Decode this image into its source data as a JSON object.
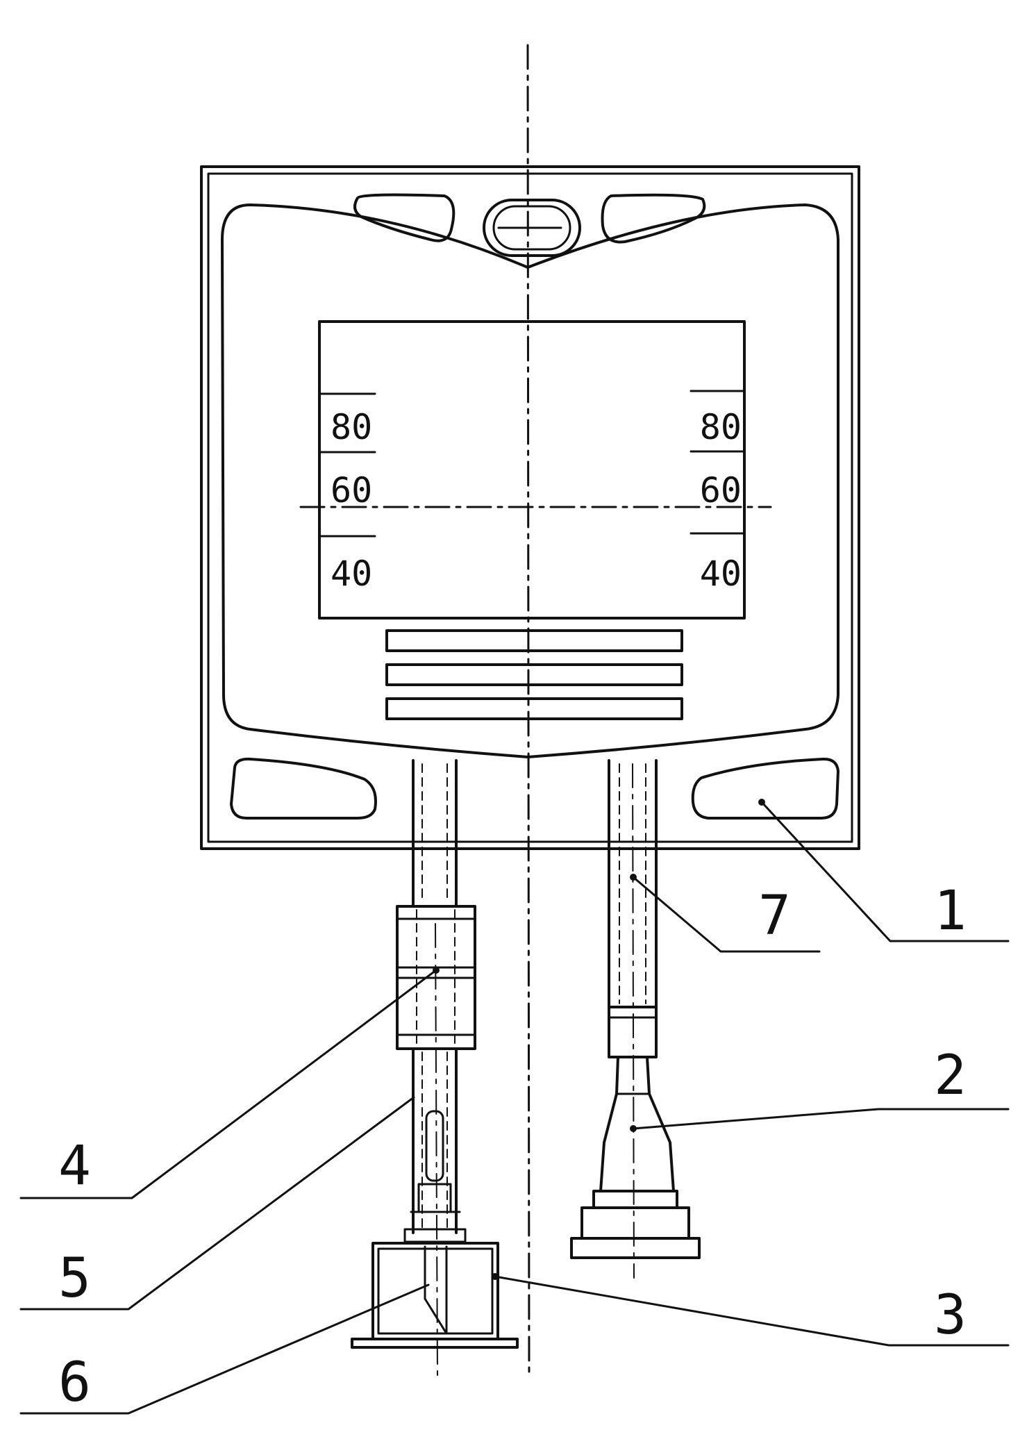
{
  "figure": {
    "scale_left": [
      "80",
      "60",
      "40"
    ],
    "scale_right": [
      "80",
      "60",
      "40"
    ],
    "callouts": [
      {
        "id": "callout-1",
        "label": "1"
      },
      {
        "id": "callout-2",
        "label": "2"
      },
      {
        "id": "callout-3",
        "label": "3"
      },
      {
        "id": "callout-4",
        "label": "4"
      },
      {
        "id": "callout-5",
        "label": "5"
      },
      {
        "id": "callout-6",
        "label": "6"
      },
      {
        "id": "callout-7",
        "label": "7"
      }
    ]
  }
}
